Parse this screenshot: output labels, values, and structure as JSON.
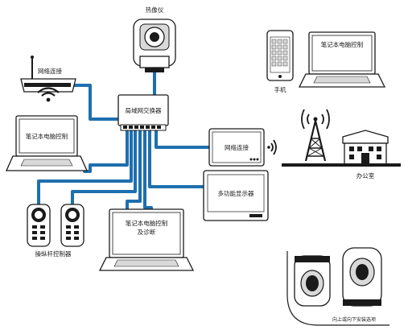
{
  "labels": {
    "thermal_camera": "热像仪",
    "network_router": "网络连接",
    "lan_switch": "局域网交换器",
    "laptop_left": "笔记本电脑控制",
    "wireless_module": "网络连接",
    "mfd": "多功能显示器",
    "joystick": "操纵杆控制器",
    "laptop_bottom_line1": "笔记本电脑控制",
    "laptop_bottom_line2": "及诊断",
    "phone": "手机",
    "laptop_right": "笔记本电脑控制",
    "office": "办公室",
    "mount_options": "向上或向下安装选项"
  },
  "colors": {
    "cable": "#1e6fae",
    "outline": "#1a1a1a",
    "fill": "#ffffff"
  }
}
